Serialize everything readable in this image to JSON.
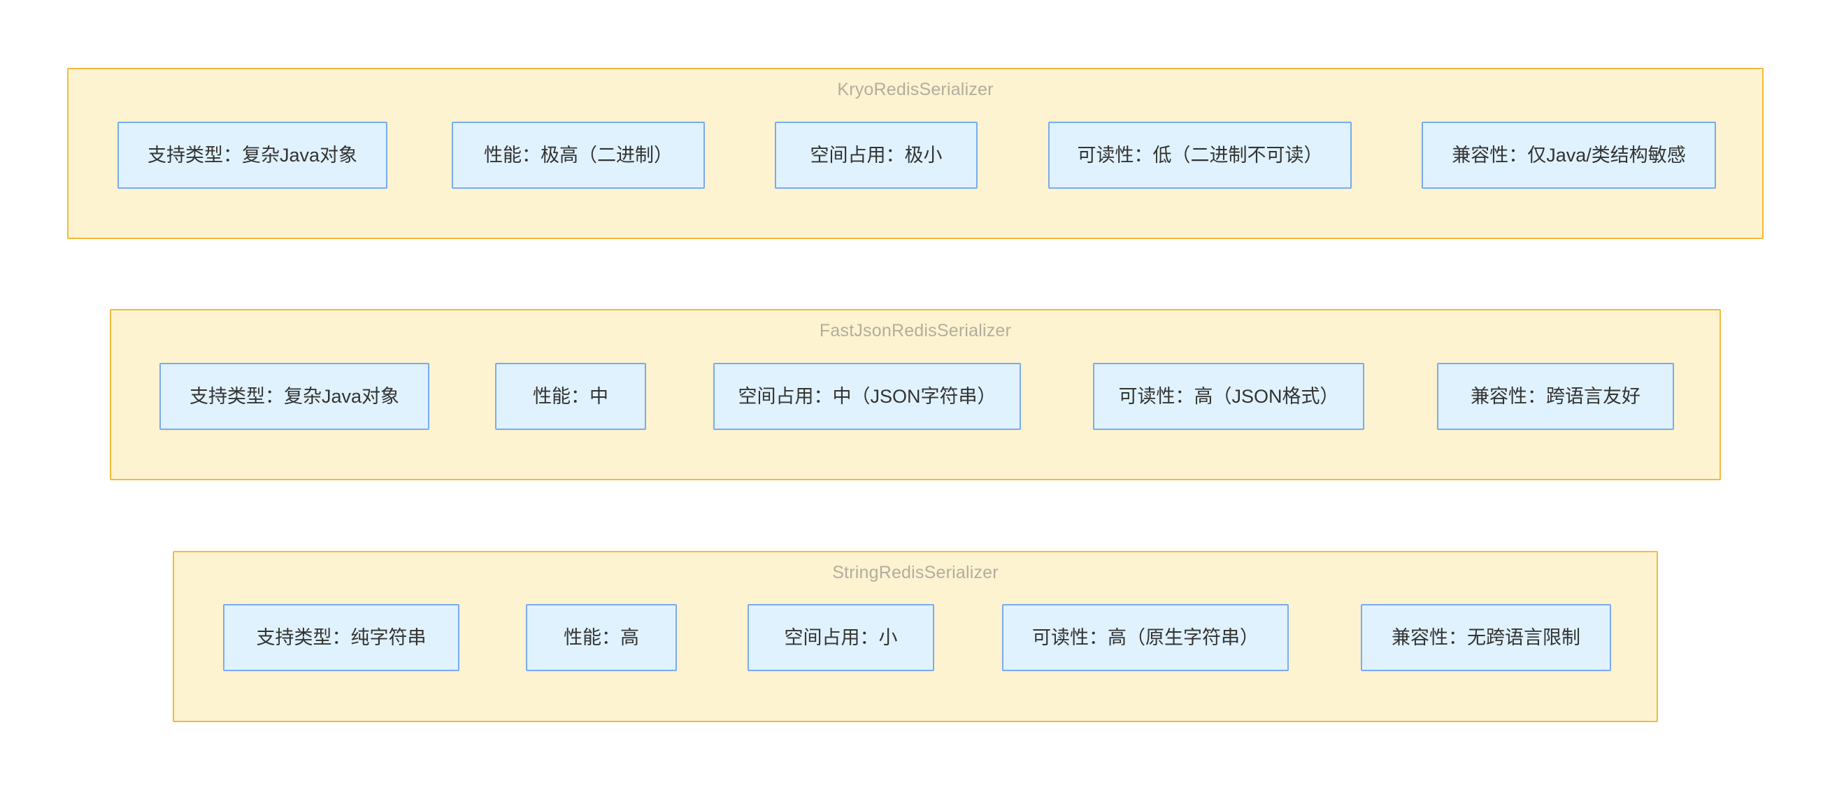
{
  "diagram": {
    "title_color": "#b3ad9f",
    "group_fill": "#fdf3d0",
    "group_border": "#f5b93d",
    "node_fill": "#e0f2fd",
    "node_border": "#7aaaf0",
    "node_text_color": "#333333",
    "background": "#ffffff"
  },
  "groups": [
    {
      "id": "kryo",
      "title": "KryoRedisSerializer",
      "nodes": [
        {
          "label": "支持类型：复杂Java对象"
        },
        {
          "label": "性能：极高（二进制）"
        },
        {
          "label": "空间占用：极小"
        },
        {
          "label": "可读性：低（二进制不可读）"
        },
        {
          "label": "兼容性：仅Java/类结构敏感"
        }
      ]
    },
    {
      "id": "fastjson",
      "title": "FastJsonRedisSerializer",
      "nodes": [
        {
          "label": "支持类型：复杂Java对象"
        },
        {
          "label": "性能：中"
        },
        {
          "label": "空间占用：中（JSON字符串）"
        },
        {
          "label": "可读性：高（JSON格式）"
        },
        {
          "label": "兼容性：跨语言友好"
        }
      ]
    },
    {
      "id": "string",
      "title": "StringRedisSerializer",
      "nodes": [
        {
          "label": "支持类型：纯字符串"
        },
        {
          "label": "性能：高"
        },
        {
          "label": "空间占用：小"
        },
        {
          "label": "可读性：高（原生字符串）"
        },
        {
          "label": "兼容性：无跨语言限制"
        }
      ]
    }
  ]
}
